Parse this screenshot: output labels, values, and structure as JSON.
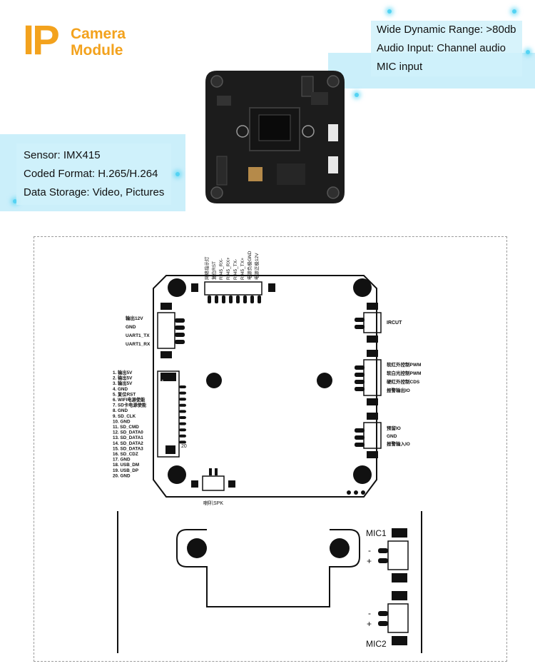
{
  "title": {
    "ip": "IP",
    "camera": "Camera",
    "module": "Module"
  },
  "specs_left": [
    "Sensor: IMX415",
    "Coded Format: H.265/H.264",
    "Data Storage: Video, Pictures"
  ],
  "specs_right": [
    "Wide Dynamic Range: >80db",
    "Audio Input: Channel audio",
    "MIC input"
  ],
  "top_connector_pins": [
    "网络指示灯",
    "复位RST",
    "RJ45_RX-",
    "RJ45_RX+",
    "RJ45_TX-",
    "RJ45_TX+",
    "电源负极GND",
    "电源正极12V"
  ],
  "left_upper_pins": [
    "输出12V",
    "GND",
    "UART1_TX",
    "UART1_RX"
  ],
  "left_sd_pins": [
    "1. 输出5V",
    "2. 输出5V",
    "3. 输出5V",
    "4. GND",
    "5. 复位RST",
    "6. WIFI电源使能",
    "7. SD卡电源使能",
    "8. GND",
    "9. SD_CLK",
    "10. GND",
    "11. SD_CMD",
    "12. SD_DATA0",
    "13. SD_DATA1",
    "14. SD_DATA2",
    "15. SD_DATA3",
    "16. SD_CDZ",
    "17. GND",
    "18. USB_DM",
    "19. USB_DP",
    "20. GND"
  ],
  "sd_connector_marks": {
    "start": "1",
    "end": "20"
  },
  "right_ircut_label": "IRCUT",
  "right_mid_pins": [
    "软红外控制PWM",
    "软白光控制PWM",
    "硬红外控制CDS",
    "报警输出IO"
  ],
  "right_low_pins": [
    "预留IO",
    "GND",
    "报警输入IO"
  ],
  "speaker_label": "喇叭SPK",
  "mic_labels": {
    "mic1": "MIC1",
    "mic2": "MIC2",
    "minus": "-",
    "plus": "+"
  },
  "colors": {
    "accent": "#f3a21d",
    "spec_bg": "#d0f1fa",
    "glow": "#54d3f3",
    "line": "#111111"
  }
}
